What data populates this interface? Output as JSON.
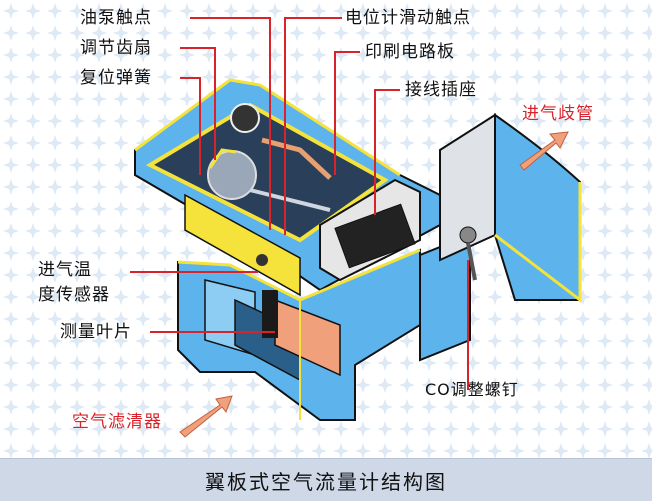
{
  "labels": {
    "oil_pump_contact": "油泵触点",
    "adjust_gear": "调节齿扇",
    "return_spring": "复位弹簧",
    "potentiometer_contact": "电位计滑动触点",
    "pcb": "印刷电路板",
    "connector": "接线插座",
    "intake_manifold": "进气歧管",
    "intake_temp_line1": "进气温",
    "intake_temp_line2": "度传感器",
    "measuring_flap": "测量叶片",
    "air_filter": "空气滤清器",
    "co_screw": "CO调整螺钉"
  },
  "caption": "翼板式空气流量计结构图",
  "colors": {
    "housing_blue": "#5db4ec",
    "outline_yellow": "#f5e23a",
    "label_red": "#d8232a",
    "flap_orange": "#f0a07a"
  }
}
